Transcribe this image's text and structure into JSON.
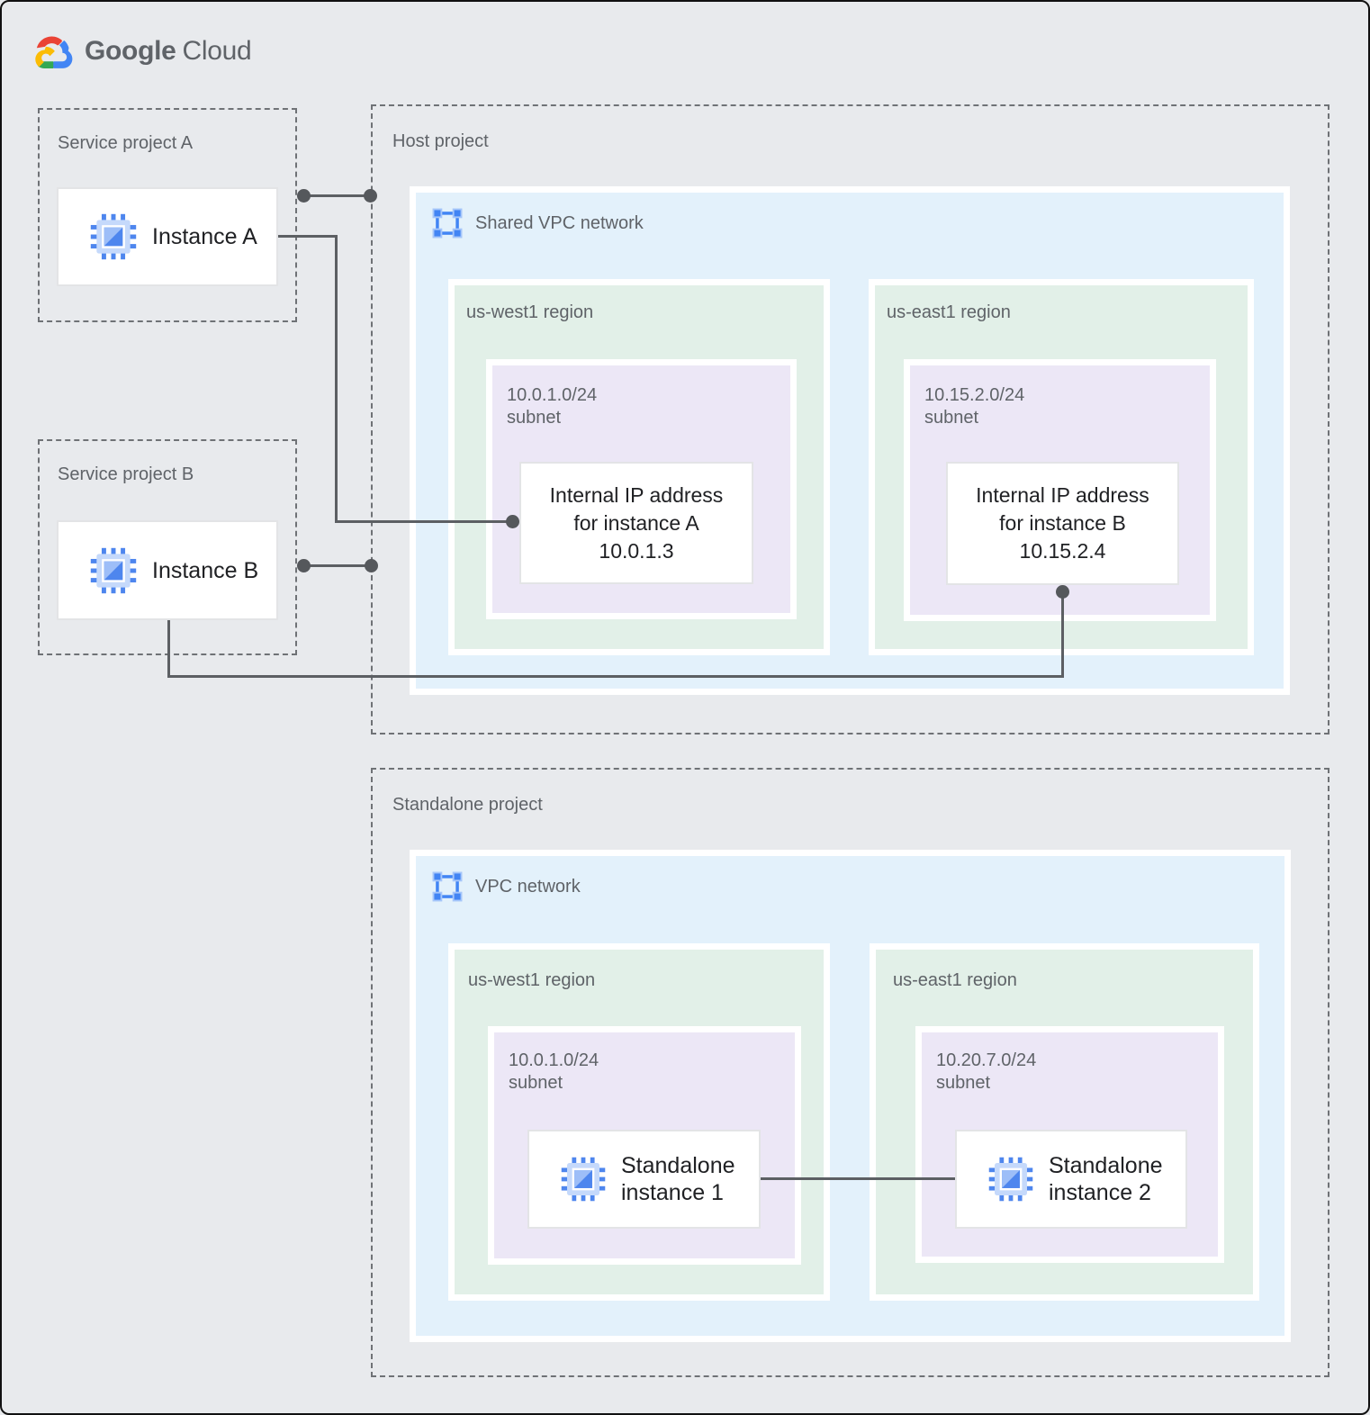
{
  "logo": {
    "google": "Google",
    "cloud": "Cloud"
  },
  "colors": {
    "background": "#e8eaed",
    "network_panel": "#e3f1fb",
    "region_panel": "#e2f0e8",
    "subnet_panel": "#ece7f6",
    "connector": "#5c5f63",
    "label_gray": "#5f6368",
    "text_dark": "#202124",
    "icon_blue": "#4285f4"
  },
  "service_project_a": {
    "title": "Service project A",
    "instance_label": "Instance A"
  },
  "service_project_b": {
    "title": "Service project B",
    "instance_label": "Instance B"
  },
  "host_project": {
    "title": "Host project",
    "network_label": "Shared VPC network",
    "west": {
      "region_label": "us-west1 region",
      "subnet_cidr": "10.0.1.0/24",
      "subnet_word": "subnet",
      "ip_card": {
        "line1": "Internal IP address",
        "line2": "for instance A",
        "line3": "10.0.1.3"
      }
    },
    "east": {
      "region_label": "us-east1 region",
      "subnet_cidr": "10.15.2.0/24",
      "subnet_word": "subnet",
      "ip_card": {
        "line1": "Internal IP address",
        "line2": "for instance B",
        "line3": "10.15.2.4"
      }
    }
  },
  "standalone_project": {
    "title": "Standalone project",
    "network_label": "VPC network",
    "west": {
      "region_label": "us-west1 region",
      "subnet_cidr": "10.0.1.0/24",
      "subnet_word": "subnet",
      "instance": {
        "line1": "Standalone",
        "line2": "instance 1"
      }
    },
    "east": {
      "region_label": "us-east1 region",
      "subnet_cidr": "10.20.7.0/24",
      "subnet_word": "subnet",
      "instance": {
        "line1": "Standalone",
        "line2": "instance 2"
      }
    }
  }
}
